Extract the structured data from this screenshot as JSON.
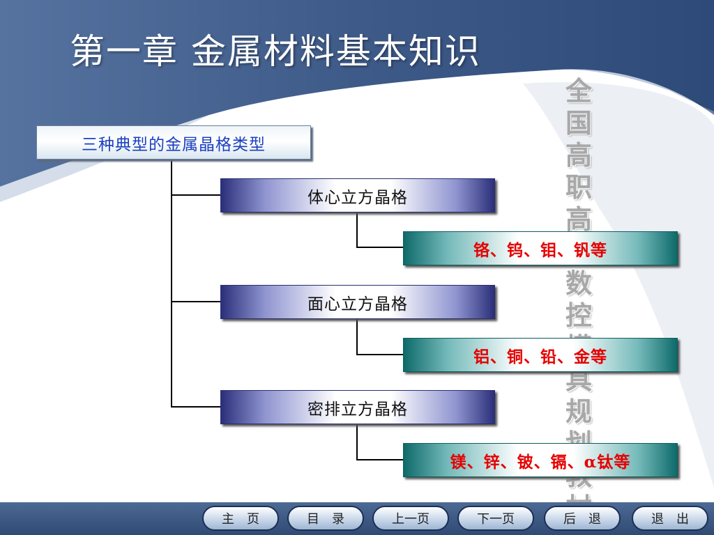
{
  "slide": {
    "title": "第一章 金属材料基本知识",
    "vertical_text": "全国高职高专数控模具规划教材"
  },
  "diagram": {
    "root": "三种典型的金属晶格类型",
    "lattices": [
      {
        "name": "体心立方晶格",
        "metals": "铬、钨、钼、钒等"
      },
      {
        "name": "面心立方晶格",
        "metals": "铝、铜、铅、金等"
      },
      {
        "name": "密排立方晶格",
        "metals": "镁、锌、铍、镉、α钛等"
      }
    ]
  },
  "nav": {
    "home": "主　页",
    "contents": "目　录",
    "prev": "上一页",
    "next": "下一页",
    "back": "后　退",
    "exit": "退　出"
  },
  "colors": {
    "header_blue": "#3e5a88",
    "metal_text": "#e60000",
    "root_text": "#1a3fbf"
  }
}
